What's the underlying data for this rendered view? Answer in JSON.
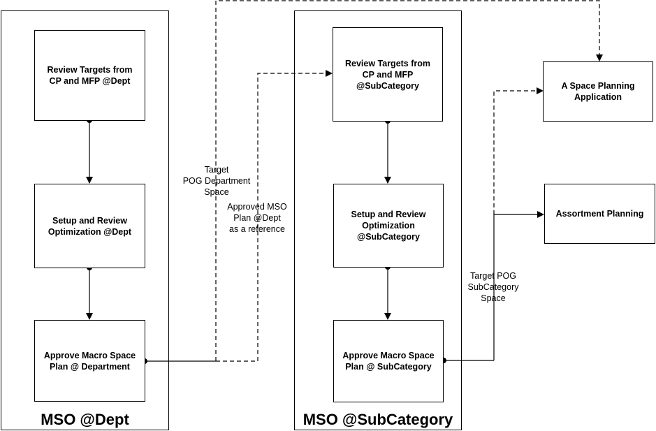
{
  "lanes": {
    "dept": {
      "title": "MSO @Dept"
    },
    "subcategory": {
      "title": "MSO @SubCategory"
    }
  },
  "boxes": {
    "review_dept": [
      "Review Targets from",
      "CP and MFP @Dept"
    ],
    "setup_dept": [
      "Setup and Review",
      "Optimization @Dept"
    ],
    "approve_dept": [
      "Approve Macro Space",
      "Plan @ Department"
    ],
    "review_sub": [
      "Review Targets from",
      "CP and MFP",
      "@SubCategory"
    ],
    "setup_sub": [
      "Setup and Review",
      "Optimization",
      "@SubCategory"
    ],
    "approve_sub": [
      "Approve Macro Space",
      "Plan @ SubCategory"
    ],
    "space_planning": [
      "A Space Planning",
      "Application"
    ],
    "assortment": [
      "Assortment Planning"
    ]
  },
  "labels": {
    "target_pog_dept": [
      "Target",
      "POG Department",
      "Space"
    ],
    "approved_mso": [
      "Approved MSO",
      "Plan @Dept",
      "as a reference"
    ],
    "target_pog_sub": [
      "Target POG",
      "SubCategory",
      "Space"
    ]
  }
}
